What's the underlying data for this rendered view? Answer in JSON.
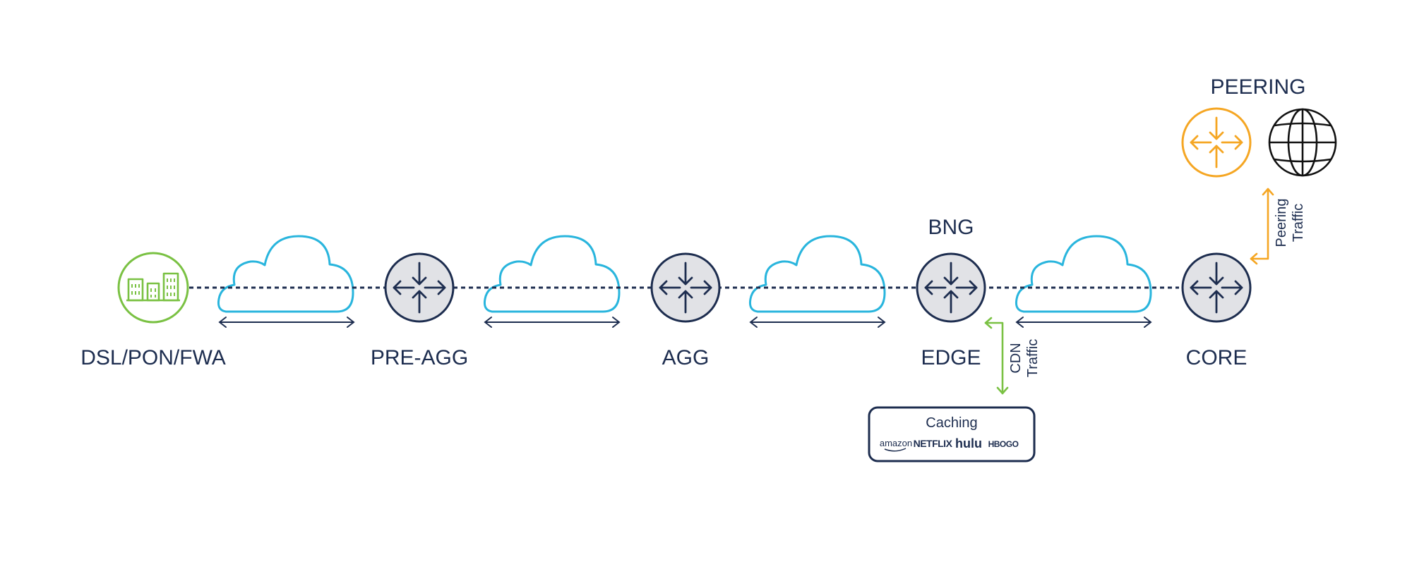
{
  "nodes": {
    "access_label": "DSL/PON/FWA",
    "preagg_label": "PRE-AGG",
    "agg_label": "AGG",
    "edge_label": "EDGE",
    "bng_label": "BNG",
    "core_label": "CORE",
    "peering_label": "PEERING"
  },
  "traffic": {
    "cdn_line1": "CDN",
    "cdn_line2": "Traffic",
    "peering_line1": "Peering",
    "peering_line2": "Traffic"
  },
  "caching": {
    "title": "Caching",
    "brands": [
      "amazon",
      "NETFLIX",
      "hulu",
      "HBOGO"
    ]
  },
  "colors": {
    "navy": "#1d2d4f",
    "cloud": "#29b5dd",
    "green": "#7ac143",
    "orange": "#f5a623",
    "router_fill": "#e1e2e6"
  },
  "icons": {
    "access": "building-icon",
    "router": "router-icon",
    "peering_router": "router-icon",
    "internet": "globe-icon",
    "network": "cloud-icon"
  }
}
